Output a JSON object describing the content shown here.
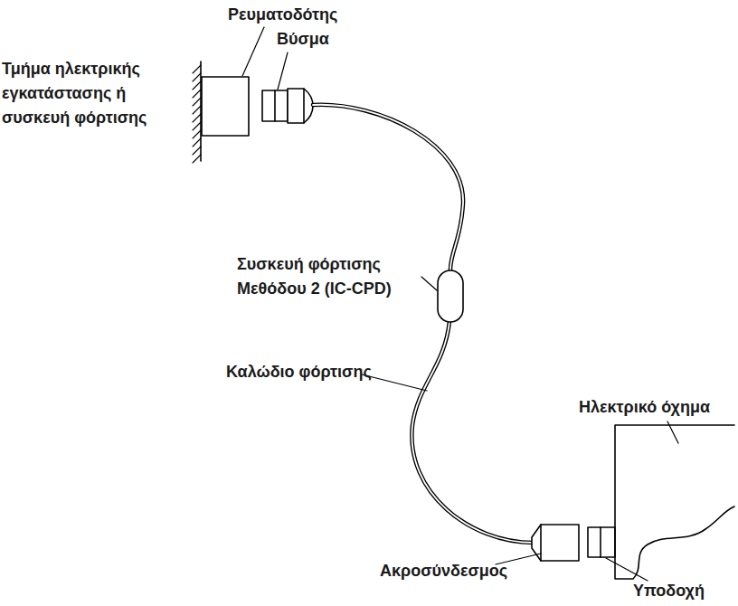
{
  "diagram": {
    "labels": [
      "Ρευματοδότης",
      "Βύσμα",
      "Τμήμα ηλεκτρικής εγκατάστασης ή συσκευή φόρτισης",
      "Συσκευή φόρτισης Μεθόδου 2 (IC-CPD)",
      "Καλώδιο φόρτισης",
      "Ηλεκτρικό όχημα",
      "Ακροσύνδεσμος",
      "Υποδοχή"
    ]
  }
}
